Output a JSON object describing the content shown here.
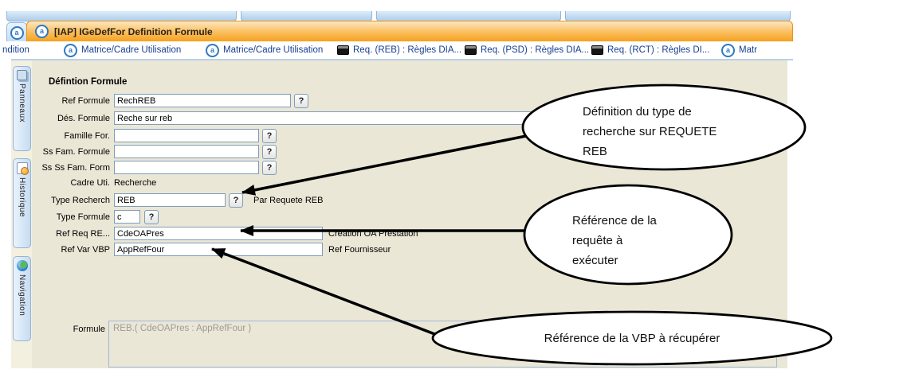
{
  "window": {
    "title": "[IAP] IGeDefFor Definition Formule",
    "logo_glyph": "a"
  },
  "tabbar": {
    "items": [
      {
        "label": "ndition",
        "icon": "none"
      },
      {
        "label": "Matrice/Cadre Utilisation",
        "icon": "app-logo-icon"
      },
      {
        "label": "Matrice/Cadre Utilisation",
        "icon": "app-logo-icon"
      },
      {
        "label": "Req. (REB) : Règles DIA...",
        "icon": "console-icon"
      },
      {
        "label": "Req. (PSD) : Règles DIA...",
        "icon": "console-icon"
      },
      {
        "label": "Req. (RCT) : Règles DI...",
        "icon": "console-icon"
      },
      {
        "label": "Matr",
        "icon": "app-logo-icon"
      }
    ]
  },
  "sidebar": {
    "items": [
      {
        "label": "Panneaux",
        "icon": "panels-icon"
      },
      {
        "label": "Historique",
        "icon": "history-icon"
      },
      {
        "label": "Navigation",
        "icon": "globe-icon"
      }
    ]
  },
  "form": {
    "header": "Défintion Formule",
    "help_label": "?",
    "fields": {
      "ref_formule": {
        "label": "Ref Formule",
        "value": "RechREB"
      },
      "des_formule": {
        "label": "Dés. Formule",
        "value": "Reche sur reb"
      },
      "famille_for": {
        "label": "Famille For.",
        "value": ""
      },
      "ss_fam_formule": {
        "label": "Ss Fam. Formule",
        "value": ""
      },
      "ss_ss_fam_form": {
        "label": "Ss Ss Fam. Form",
        "value": ""
      },
      "cadre_uti": {
        "label": "Cadre Uti.",
        "value": "Recherche"
      },
      "type_recherch": {
        "label": "Type Recherch",
        "value": "REB",
        "note": "Par Requete REB"
      },
      "type_formule": {
        "label": "Type Formule",
        "value": "c"
      },
      "ref_req": {
        "label": "Ref Req  RE...",
        "value": "CdeOAPres",
        "note": "Creation OA Prestation"
      },
      "ref_var_vbp": {
        "label": "Ref Var VBP",
        "value": "AppRefFour",
        "note": "Ref Fournisseur"
      },
      "formule": {
        "label": "Formule",
        "value": "REB.( CdeOAPres : AppRefFour )"
      }
    }
  },
  "callouts": [
    {
      "lines": [
        "Définition du type de",
        "recherche sur REQUETE",
        "REB"
      ]
    },
    {
      "lines": [
        "Référence de la",
        "requête à",
        "exécuter"
      ]
    },
    {
      "lines": [
        "Référence de la VBP à récupérer"
      ]
    }
  ],
  "colors": {
    "titlebar_orange": "#f6a21d",
    "form_beige": "#ebe7d7",
    "tab_text_blue": "#173f91",
    "input_border": "#7f9db9",
    "callout_stroke": "#000000"
  }
}
